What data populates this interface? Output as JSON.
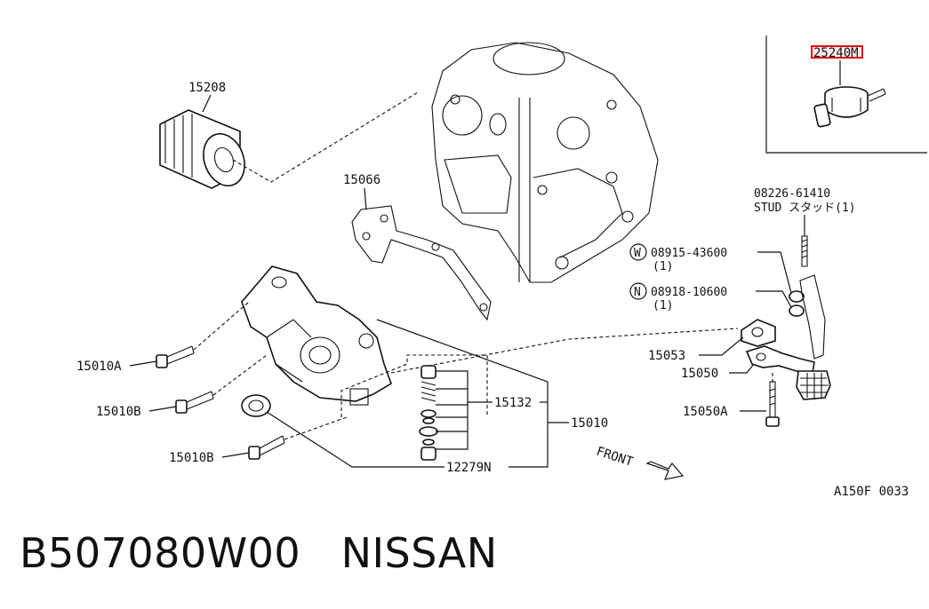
{
  "diagram": {
    "callouts": {
      "oil_filter": "15208",
      "front_cover_gasket": "15066",
      "bolt_a": "15010A",
      "bolt_b1": "15010B",
      "bolt_b2": "15010B",
      "relief_valve_kit": "15132",
      "oil_pump": "15010",
      "oil_seal": "12279N",
      "strainer_gasket": "15053",
      "strainer": "15050",
      "strainer_bolt": "15050A",
      "stud_part": "08226-61410",
      "stud_desc": "STUD スタッド(1)",
      "washer_symbol": "W",
      "washer_part": "08915-43600",
      "washer_qty": "(1)",
      "nut_symbol": "N",
      "nut_part": "08918-10600",
      "nut_qty": "(1)",
      "sensor_part": "25240M",
      "front_label": "FRONT",
      "figure_code": "A150F 0033"
    }
  },
  "caption": {
    "part_number": "B507080W00",
    "brand": "NISSAN"
  },
  "colors": {
    "highlight": "#e01010",
    "ink": "#111111"
  }
}
